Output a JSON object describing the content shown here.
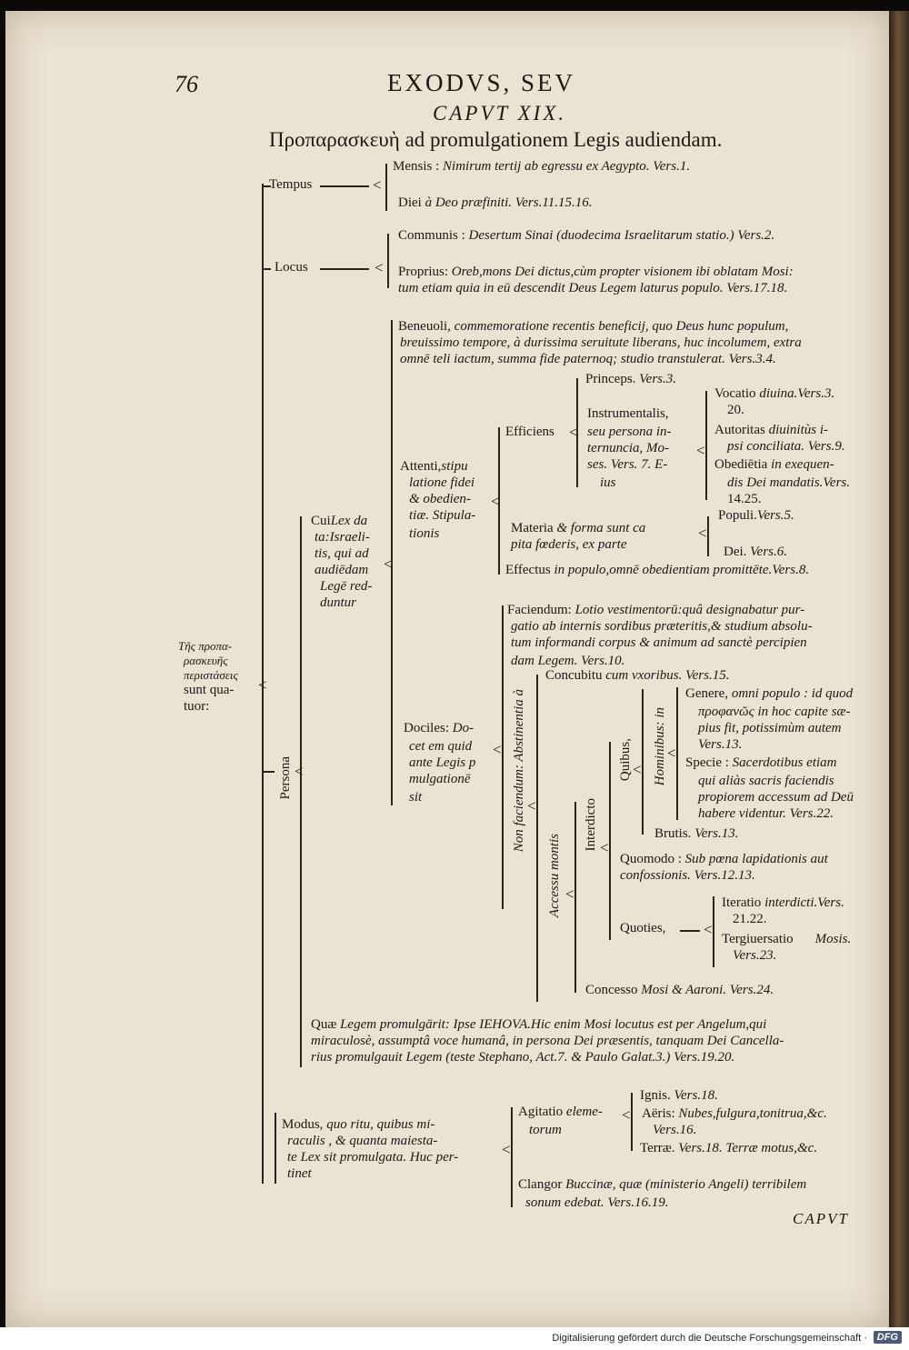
{
  "header": {
    "page_number": "76",
    "running_title": "EXODVS, SEV",
    "chapter": "CAPVT XIX.",
    "heading_greek": "Προπαρασκευὴ",
    "heading_latin": " ad promulgationem Legis audiendam."
  },
  "root": {
    "l1": "Τῆς προπα-",
    "l2": "ρασκευῆς",
    "l3": "περιστάσεις",
    "l4": "sunt qua-",
    "l5": "tuor:"
  },
  "tempus": {
    "label": "Tempus",
    "mensis_label": "Mensis :",
    "mensis_text": " Nimirum tertij ab egressu ex Aegypto. Vers.1.",
    "diei_label": "Diei",
    "diei_text": " à Deo præfiniti. Vers.11.15.16."
  },
  "locus": {
    "label": "Locus",
    "communis_label": "Communis :",
    "communis_text": " Desertum Sinai (duodecima Israelitarum statio.) Vers.2.",
    "proprius_label": "Proprius:",
    "proprius_l1": " Oreb,mons Dei dictus,cùm propter visionem ibi oblatam Mosi:",
    "proprius_l2": "tum etiam quia in eū descendit Deus Legem laturus populo. Vers.17.18."
  },
  "persona": {
    "label": "Persona",
    "cui_l1": "Cui",
    "cui_l1b": "Lex da",
    "cui_l2": "ta:Israeli-",
    "cui_l3": "tis, qui ad",
    "cui_l4": "audiēdam",
    "cui_l5": "Legē red-",
    "cui_l6": "duntur",
    "beneuoli_label": "Beneuoli,",
    "beneuoli_l1": " commemoratione recentis beneficij, quo Deus hunc populum,",
    "beneuoli_l2": "breuissimo tempore, à durissima seruitute liberans, huc incolumem, extra",
    "beneuoli_l3": "omnē teli iactum, summa fide paternoq; studio transtulerat. Vers.3.4.",
    "attenti_l1": "Attenti,",
    "attenti_l1b": "stipu",
    "attenti_l2": "latione fidei",
    "attenti_l3": "& obedien-",
    "attenti_l4": "tiæ. Stipula-",
    "attenti_l5": "tionis",
    "efficiens": "Efficiens",
    "princeps": "Princeps.",
    "princeps_vers": " Vers.3.",
    "instr_l1": "Instrumentalis,",
    "instr_l2": "seu persona in-",
    "instr_l3": "ternuncia, Mo-",
    "instr_l4": "ses. Vers. 7. E-",
    "instr_l5": "ius",
    "vocatio_label": "Vocatio",
    "vocatio_text": " diuina.Vers.3.",
    "vocatio_l2": "20.",
    "autoritas_label": "Autoritas",
    "autoritas_text": " diuinitùs i-",
    "autoritas_l2": "psi conciliata. Vers.9.",
    "obed_label": "Obediētia",
    "obed_text": " in exequen-",
    "obed_l2": "dis Dei mandatis.Vers.",
    "obed_l3": "14.25.",
    "materia_label": "Materia",
    "materia_text": " & forma sunt ca",
    "materia_l2": "pita fœderis, ex parte",
    "populi": "Populi.",
    "populi_vers": "Vers.5.",
    "dei": "Dei.",
    "dei_vers": " Vers.6.",
    "effectus_label": "Effectus",
    "effectus_text": " in populo,omnē obedientiam promittēte.Vers.8.",
    "dociles_l1": "Dociles:",
    "dociles_l1b": " Do-",
    "dociles_l2": "cet em quid",
    "dociles_l3": "ante Legis p",
    "dociles_l4": "mulgationē",
    "dociles_l5": "sit",
    "faciendum_label": "Faciendum:",
    "faciendum_l1": " Lotio vestimentorū:quâ designabatur pur-",
    "faciendum_l2": "gatio ab internis sordibus præteritis,& studium absolu-",
    "faciendum_l3": "tum informandi corpus & animum ad sanctè percipien",
    "faciendum_l4": "dam Legem. Vers.10.",
    "non_faciendum": "Non faciendum: Abstinentia à",
    "concubitu_label": "Concubitu",
    "concubitu_text": " cum vxoribus. Vers.15.",
    "accessu": "Accessu montis",
    "interdicto": "Interdicto",
    "quibus": "Quibus,",
    "hominibus": "Hominibus: in",
    "genere_label": "Genere,",
    "genere_l1": " omni populo : id quod",
    "genere_l2": "προφανῶς in hoc capite sæ-",
    "genere_l3": "pius fit, potissimùm autem",
    "genere_l4": "Vers.13.",
    "specie_label": "Specie :",
    "specie_l1": " Sacerdotibus etiam",
    "specie_l2": "qui aliàs sacris faciendis",
    "specie_l3": "propiorem accessum ad Deū",
    "specie_l4": "habere videntur. Vers.22.",
    "brutis": "Brutis.",
    "brutis_vers": " Vers.13.",
    "quomodo_label": "Quomodo :",
    "quomodo_l1": " Sub pœna lapidationis aut",
    "quomodo_l2": "confossionis. Vers.12.13.",
    "quoties": "Quoties,",
    "iteratio_label": "Iteratio",
    "iteratio_text": " interdicti.Vers.",
    "iteratio_l2": "21.22.",
    "tergi_label": "Tergiuersatio",
    "tergi_text": "Mosis.",
    "tergi_l2": "Vers.23.",
    "concesso_label": "Concesso",
    "concesso_text": " Mosi & Aaroni. Vers.24.",
    "quae_label": "Quæ",
    "quae_l1": " Legem promulgārit: Ipse IEHOVA.Hic enim Mosi locutus est per Angelum,qui",
    "quae_l2": "miraculosè, assumptâ voce humanâ, in persona Dei præsentis, tanquam Dei Cancella-",
    "quae_l3": "rius promulgauit Legem (teste Stephano, Act.7. & Paulo Galat.3.) Vers.19.20."
  },
  "modus": {
    "l1": "Modus,",
    "l1b": " quo ritu, quibus mi-",
    "l2": "raculis , & quanta maiesta-",
    "l3": "te Lex sit promulgata. Huc per-",
    "l4": "tinet",
    "agitatio_label": "Agitatio",
    "agitatio_text": " eleme-",
    "agitatio_l2": "torum",
    "ignis": "Ignis.",
    "ignis_vers": " Vers.18.",
    "aeris": "Aëris:",
    "aeris_text": " Nubes,fulgura,tonitrua,&c.",
    "aeris_l2": "Vers.16.",
    "terrae": "Terræ.",
    "terrae_text": " Vers.18. Terræ motus,&c.",
    "clangor_label": "Clangor",
    "clangor_l1": " Buccinæ, quæ (ministerio Angeli) terribilem",
    "clangor_l2": "sonum edebat. Vers.16.19."
  },
  "catchword": "CAPVT",
  "footer": {
    "credit": "Digitalisierung gefördert durch die Deutsche Forschungsgemeinschaft ·",
    "logo": "DFG"
  }
}
